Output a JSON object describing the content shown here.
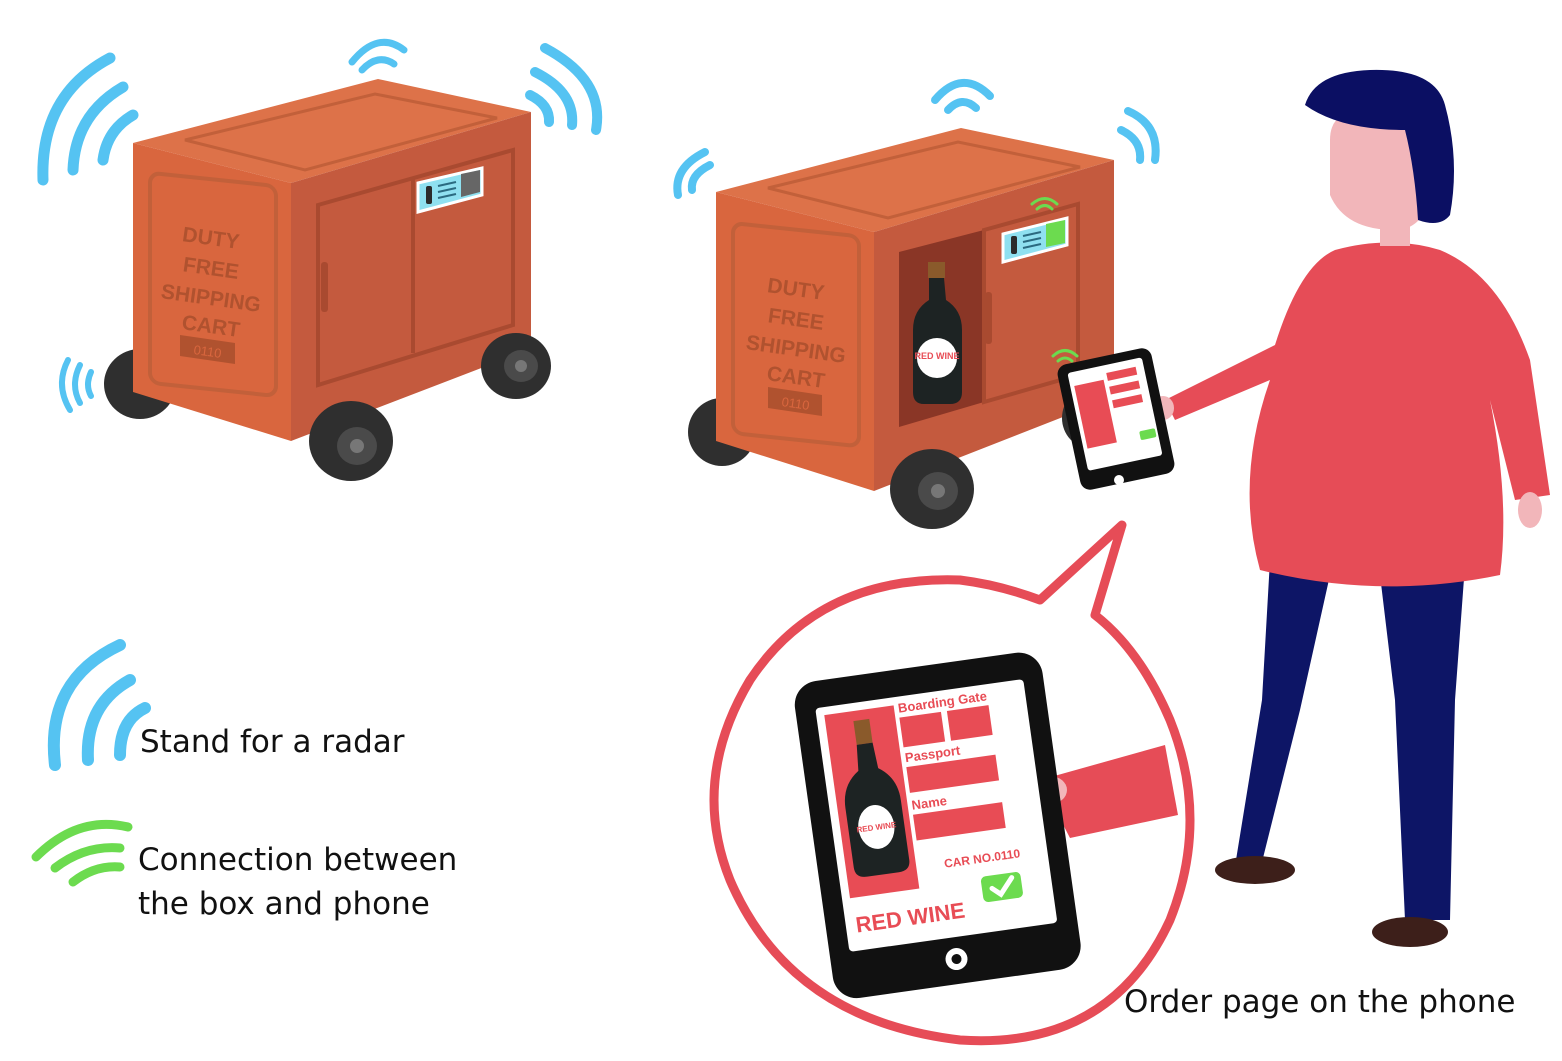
{
  "colors": {
    "radar": "#55c3f2",
    "connection": "#6cdb4f",
    "cart_front": "#d9663e",
    "cart_side": "#c45a3e",
    "cart_top": "#dd7249",
    "shirt": "#e64c57",
    "pants": "#0d1566",
    "hair": "#0b0f63",
    "skin": "#f2b6ba",
    "accent_red": "#e84c55"
  },
  "cart_left": {
    "label_lines": [
      "DUTY",
      "FREE",
      "SHIPPING",
      "CART"
    ],
    "number": "0110"
  },
  "cart_right": {
    "label_lines": [
      "DUTY",
      "FREE",
      "SHIPPING",
      "CART"
    ],
    "number": "0110",
    "bottle_label": "RED WINE"
  },
  "phone_zoom": {
    "field_labels": [
      "Boarding Gate",
      "Passport",
      "Name"
    ],
    "car_number": "CAR NO.0110",
    "product_name": "RED WINE",
    "bottle_label": "RED WINE"
  },
  "legend": {
    "radar_label": "Stand for a radar",
    "connection_line1": "Connection between",
    "connection_line2": "the box and phone"
  },
  "caption": "Order page on the phone"
}
